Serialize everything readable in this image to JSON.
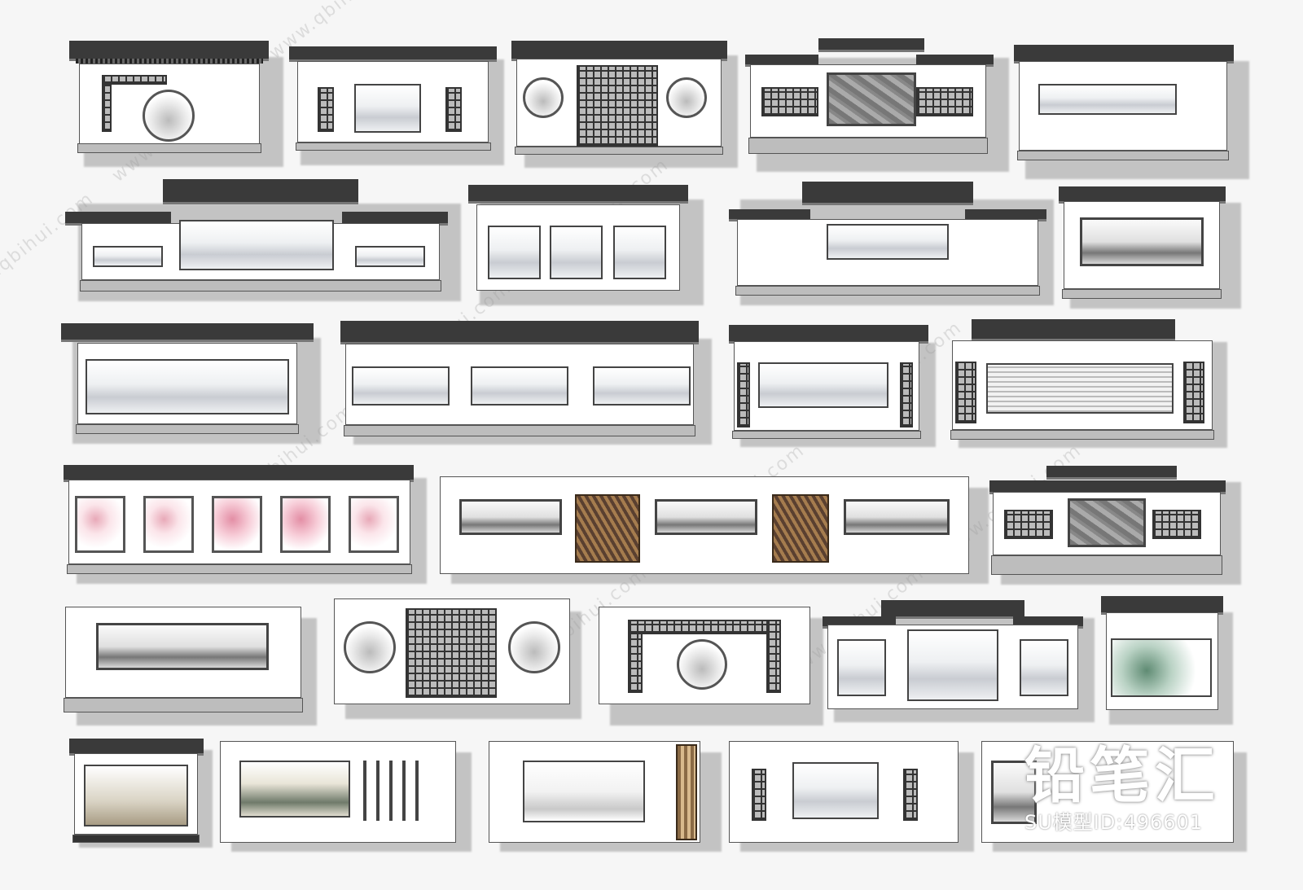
{
  "brand": {
    "logo_text": "铅笔汇",
    "model_id": "SU模型ID:496601"
  },
  "watermarks": {
    "site": "www.qbihui.com",
    "brand_short": "铅笔汇"
  },
  "colors": {
    "roof": "#3a3a3a",
    "wall": "#ffffff",
    "shadow": "#9a9a9a",
    "background": "#f6f6f6"
  }
}
